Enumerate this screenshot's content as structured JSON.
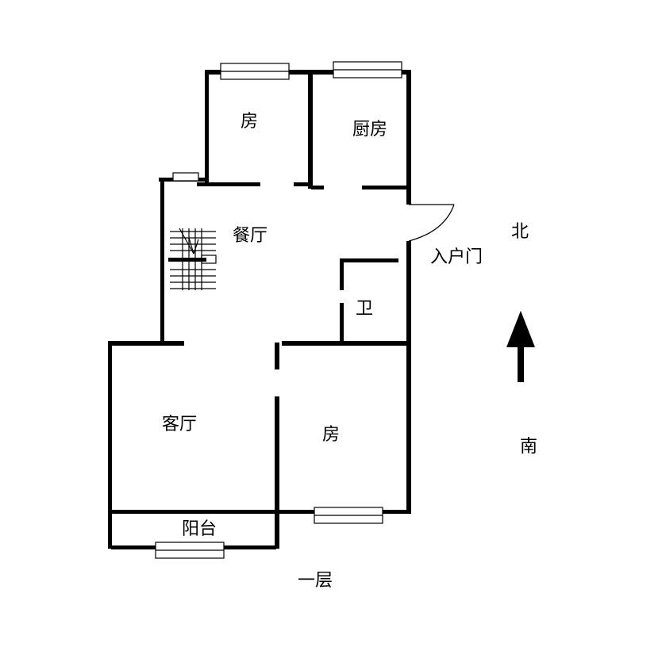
{
  "plan": {
    "rooms": {
      "bedroom_north": "房",
      "kitchen": "厨房",
      "dining": "餐厅",
      "bathroom": "卫",
      "living": "客厅",
      "bedroom_south": "房",
      "balcony": "阳台"
    },
    "entrance": "入户门",
    "floor": "一层",
    "compass": {
      "north": "北",
      "south": "南"
    }
  }
}
